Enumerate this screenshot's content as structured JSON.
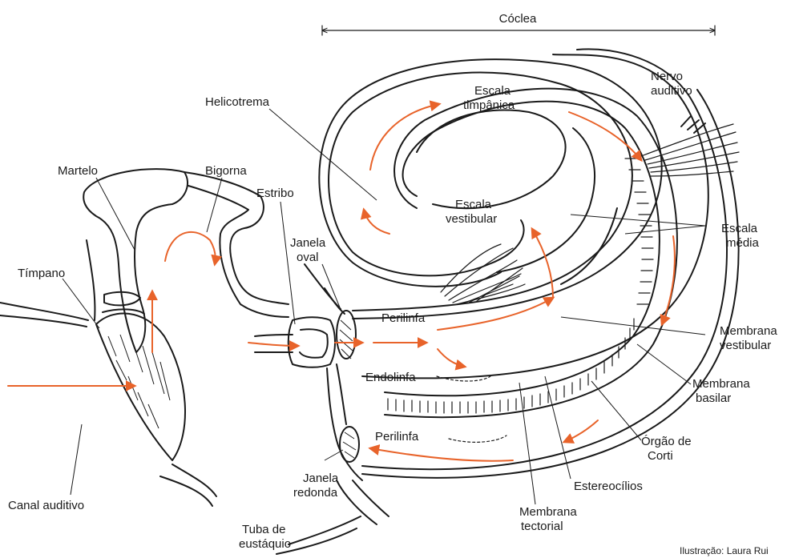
{
  "labels": {
    "coclea": "Cóclea",
    "nervo_auditivo": [
      "Nervo",
      "auditivo"
    ],
    "helicotrema": "Helicotrema",
    "escala_timpanica": [
      "Escala",
      "timpânica"
    ],
    "martelo": "Martelo",
    "bigorna": "Bigorna",
    "estribo": "Estribo",
    "escala_vestibular": [
      "Escala",
      "vestibular"
    ],
    "escala_media": [
      "Escala",
      "média"
    ],
    "janela_oval": [
      "Janela",
      "oval"
    ],
    "timpano": "Tímpano",
    "perilinfa_upper": "Perilinfa",
    "membrana_vestibular": [
      "Membrana",
      "vestibular"
    ],
    "endolinfa": "Endolinfa",
    "membrana_basilar": [
      "Membrana",
      "basilar"
    ],
    "perilinfa_lower": "Perilinfa",
    "orgao_de_corti": [
      "Órgão de",
      "Corti"
    ],
    "canal_auditivo": "Canal auditivo",
    "janela_redonda": [
      "Janela",
      "redonda"
    ],
    "estereocilios": "Estereocílios",
    "membrana_tectorial": [
      "Membrana",
      "tectorial"
    ],
    "tuba_de_eustaquio": [
      "Tuba de",
      "eustáquio"
    ],
    "credit": "Ilustração: Laura Rui"
  },
  "colors": {
    "ink": "#1a1a1a",
    "flow_arrow": "#e8632a",
    "background": "#ffffff"
  }
}
